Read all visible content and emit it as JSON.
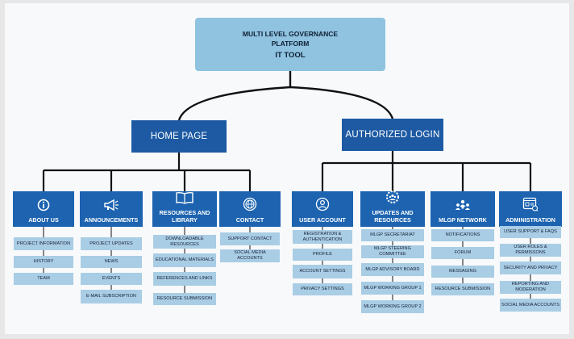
{
  "title": {
    "line1": "MULTI LEVEL GOVERNANCE",
    "line2": "PLATFORM",
    "line3": "IT TOOL"
  },
  "home": {
    "label": "HOME PAGE",
    "categories": [
      {
        "label": "ABOUT US",
        "icon": "info-icon",
        "items": [
          "PROJECT INFORMATION",
          "HISTORY",
          "TEAM"
        ]
      },
      {
        "label": "ANNOUNCEMENTS",
        "icon": "megaphone-icon",
        "items": [
          "PROJECT UPDATES",
          "NEWS",
          "EVENTS",
          "E-MAIL SUBSCRIPTION"
        ]
      },
      {
        "label": "RESOURCES AND LIBRARY",
        "icon": "book-icon",
        "items": [
          "DOWNLOADABLE RESOURCES",
          "EDUCATIONAL MATERIALS",
          "REFERENCES AND LINKS",
          "RESOURCE SUBMISSION"
        ]
      },
      {
        "label": "CONTACT",
        "icon": "globe-icon",
        "items": [
          "SUPPORT CONTACT",
          "SOCIAL MEDIA ACCOUNTS"
        ]
      }
    ]
  },
  "login": {
    "label": "AUTHORIZED LOGIN",
    "categories": [
      {
        "label": "USER ACCOUNT",
        "icon": "user-icon",
        "items": [
          "REGISTRATION & AUTHENTICATION",
          "PROFILE",
          "ACCOUNT SETTINGS",
          "PRIVACY SETTINGS"
        ]
      },
      {
        "label": "UPDATES AND RESOURCES",
        "icon": "gear-people-icon",
        "items": [
          "MLGP SECRETARIAT",
          "MLGP STEERING COMMITTEE",
          "MLGP ADVISORY BOARD",
          "MLGP WORKING GROUP 1",
          "MLGP WORKING GROUP 2"
        ]
      },
      {
        "label": "MLGP NETWORK",
        "icon": "people-network-icon",
        "items": [
          "NOTIFICATIONS",
          "FORUM",
          "MESSAGING",
          "RESOURCE SUBMISSION"
        ]
      },
      {
        "label": "ADMINISTRATION",
        "icon": "dashboard-icon",
        "items": [
          "USER SUPPORT & FAQS",
          "USER ROLES & PERMISSONS",
          "SECURITY AND PRIVACY",
          "REPORTING AND MODERATION",
          "SOCIAL MEDIA ACCOUNTS"
        ]
      }
    ]
  },
  "colors": {
    "title_box": "#8fc3e0",
    "level2_box": "#1d5aa3",
    "category_box": "#1d63b0",
    "item_box": "#a9cde4",
    "connector": "#111111"
  }
}
